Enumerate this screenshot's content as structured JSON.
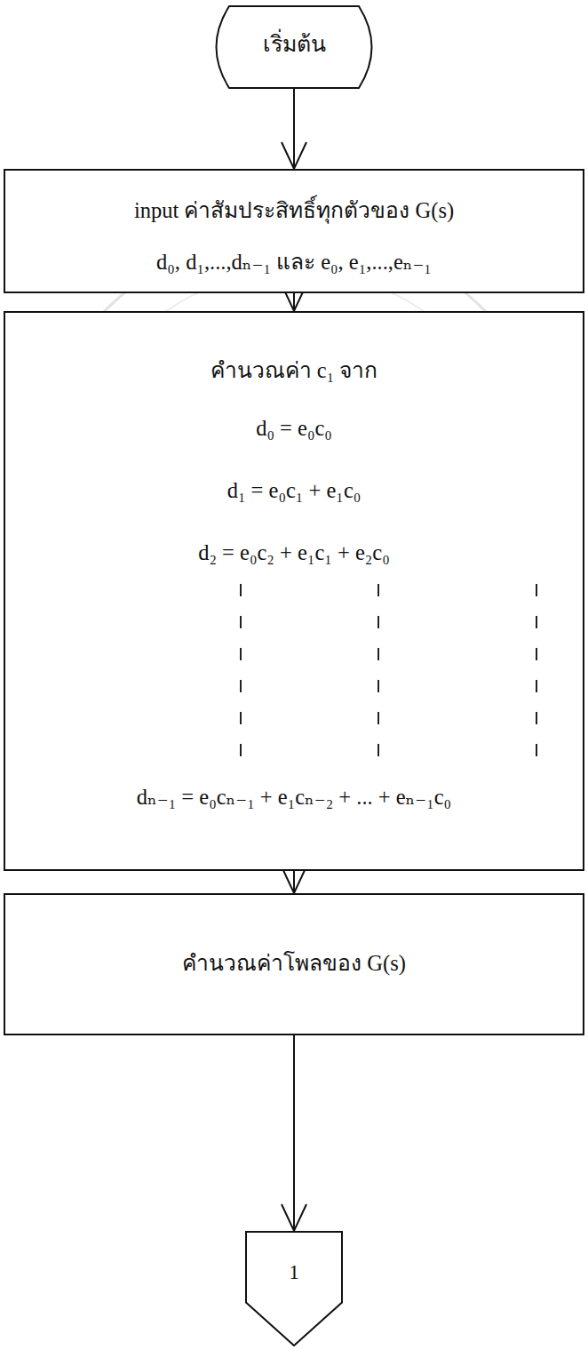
{
  "diagram": {
    "nodes": [
      {
        "text": [
          "เริ่มต้น"
        ]
      },
      {
        "text": [
          "input ค่าสัมประสิทธิ์ทุกตัวของ G(s)",
          "d₀, d₁,...,dₙ₋₁ และ e₀, e₁,...,eₙ₋₁"
        ]
      },
      {
        "text": [
          "คำนวณค่า c₁ จาก",
          "d₀ = e₀c₀",
          "d₁ = e₀c₁ + e₁c₀",
          "d₂ = e₀c₂ + e₁c₁ + e₂c₀",
          "dₙ₋₁ = e₀cₙ₋₁ + e₁cₙ₋₂ + ... + eₙ₋₁c₀"
        ]
      },
      {
        "text": [
          "คำนวณค่าโพลของ G(s)"
        ]
      },
      {
        "text": [
          "1"
        ]
      }
    ],
    "edges": [
      {
        "from": 0,
        "to": 1,
        "arrow": "to"
      },
      {
        "from": 1,
        "to": 2,
        "arrow": "to"
      },
      {
        "from": 2,
        "to": 3,
        "arrow": "to"
      },
      {
        "from": 3,
        "to": 4,
        "arrow": "to"
      }
    ]
  }
}
